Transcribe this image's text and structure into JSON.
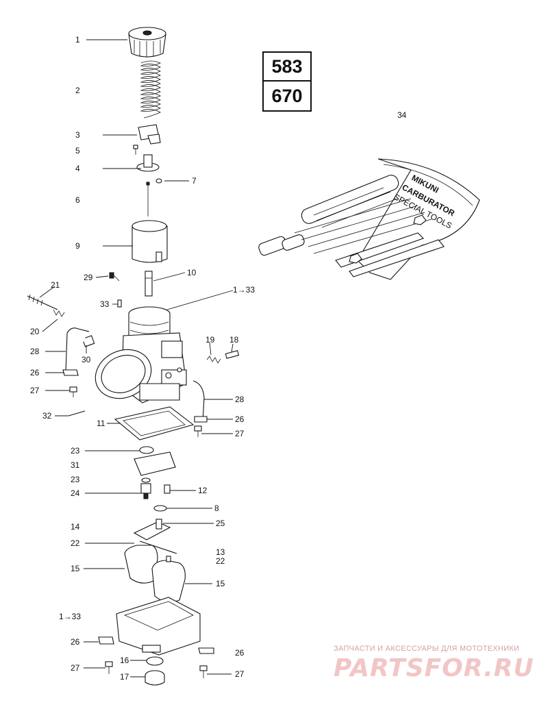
{
  "models": [
    "583",
    "670"
  ],
  "callouts": {
    "c1": "1",
    "c2": "2",
    "c3": "3",
    "c5": "5",
    "c4": "4",
    "c7": "7",
    "c6": "6",
    "c9": "9",
    "c29": "29",
    "c10": "10",
    "c21": "21",
    "c1to33a": "1→33",
    "c33": "33",
    "c20": "20",
    "c19": "19",
    "c18": "18",
    "c28a": "28",
    "c30": "30",
    "c26a": "26",
    "c27a": "27",
    "c28b": "28",
    "c32": "32",
    "c11": "11",
    "c26b": "26",
    "c27b": "27",
    "c23a": "23",
    "c31": "31",
    "c23b": "23",
    "c24": "24",
    "c12": "12",
    "c8": "8",
    "c14": "14",
    "c25": "25",
    "c22a": "22",
    "c13": "13",
    "c22b": "22",
    "c15a": "15",
    "c15b": "15",
    "c1to33b": "1→33",
    "c26c": "26",
    "c26d": "26",
    "c16": "16",
    "c27c": "27",
    "c17": "17",
    "c27d": "27",
    "c34": "34"
  },
  "tool_kit_text": [
    "MIKUNI",
    "CARBURATOR",
    "SPECIAL TOOLS"
  ],
  "watermark": {
    "tagline": "ЗАПЧАСТИ И АКСЕССУАРЫ ДЛЯ МОТОТЕХНИКИ",
    "logo": "PARTSFOR.RU"
  }
}
